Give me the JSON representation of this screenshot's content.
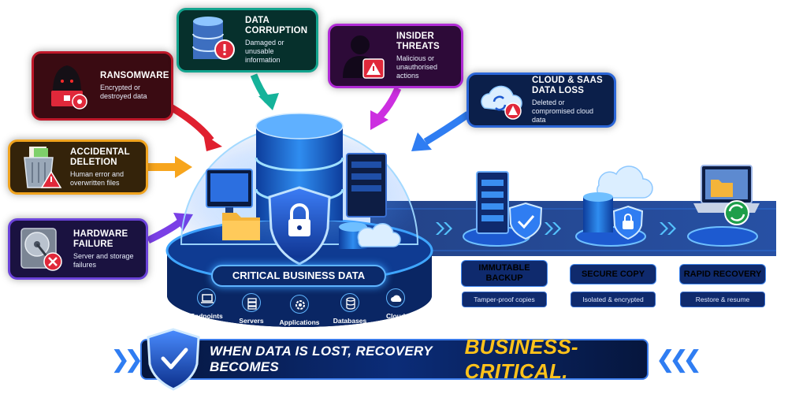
{
  "threats": [
    {
      "key": "ransomware",
      "title": "RANSOMWARE",
      "desc": "Encrypted or destroyed data",
      "color": "#c0182a",
      "icon": "hooded-hacker-laptop-icon"
    },
    {
      "key": "corruption",
      "title": "DATA CORRUPTION",
      "desc": "Damaged or unusable information",
      "color": "#13a48e",
      "icon": "database-warning-icon"
    },
    {
      "key": "insider",
      "title": "INSIDER THREATS",
      "desc": "Malicious or unauthorised actions",
      "color": "#b12bd6",
      "icon": "silhouette-warning-icon"
    },
    {
      "key": "cloud",
      "title": "CLOUD & SAAS DATA LOSS",
      "desc": "Deleted or compromised cloud data",
      "color": "#2b66d8",
      "icon": "cloud-sync-warning-icon"
    },
    {
      "key": "deletion",
      "title": "ACCIDENTAL DELETION",
      "desc": "Human error and overwritten files",
      "color": "#f0a31e",
      "icon": "trash-warning-icon"
    },
    {
      "key": "hardware",
      "title": "HARDWARE FAILURE",
      "desc": "Server and storage failures",
      "color": "#6b43d9",
      "icon": "hard-drive-error-icon"
    }
  ],
  "core": {
    "label": "CRITICAL BUSINESS DATA",
    "categories": [
      {
        "label": "Endpoints",
        "icon": "laptop-icon"
      },
      {
        "label": "Servers",
        "icon": "server-icon"
      },
      {
        "label": "Applications",
        "icon": "gear-icon"
      },
      {
        "label": "Databases",
        "icon": "database-icon"
      },
      {
        "label": "Cloud",
        "icon": "cloud-icon"
      }
    ]
  },
  "stages": [
    {
      "title": "IMMUTABLE BACKUP",
      "sub": "Tamper-proof copies",
      "icon": "server-rack-shield-icon"
    },
    {
      "title": "SECURE COPY",
      "sub": "Isolated & encrypted",
      "icon": "database-cloud-lock-icon"
    },
    {
      "title": "RAPID RECOVERY",
      "sub": "Restore & resume",
      "icon": "laptop-folder-restore-icon"
    }
  ],
  "banner": {
    "lead": "WHEN DATA IS LOST, RECOVERY BECOMES",
    "emphasis": "BUSINESS-CRITICAL.",
    "icon": "shield-check-icon"
  },
  "colors": {
    "accent_blue": "#2f7df2",
    "deep_navy": "#06163d",
    "highlight_gold": "#ffc21a"
  }
}
